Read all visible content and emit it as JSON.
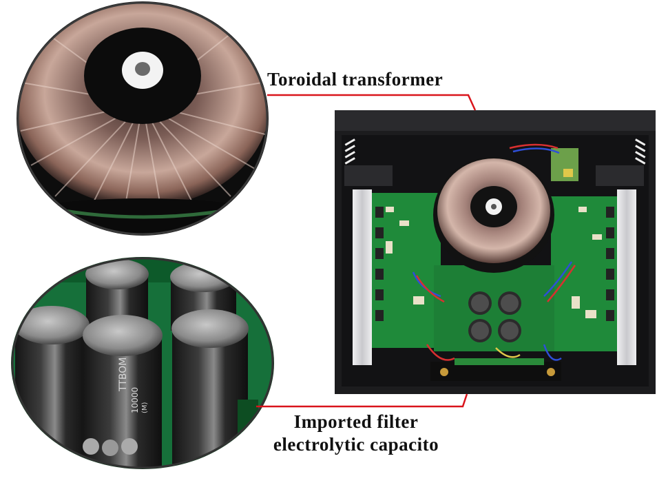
{
  "labels": {
    "toroid": "Toroidal transformer",
    "capacitor_line1": "Imported filter",
    "capacitor_line2": "electrolytic capacito"
  },
  "capacitor_print": {
    "brand": "TTBOM",
    "value": "10000",
    "tolerance": "(M)"
  },
  "colors": {
    "leader": "#d9141b",
    "text": "#111111",
    "pcb": "#1f8a3a",
    "chassis": "#1c1c1e",
    "heatsink": "#d8d8dc",
    "copper": "#b48a78"
  }
}
